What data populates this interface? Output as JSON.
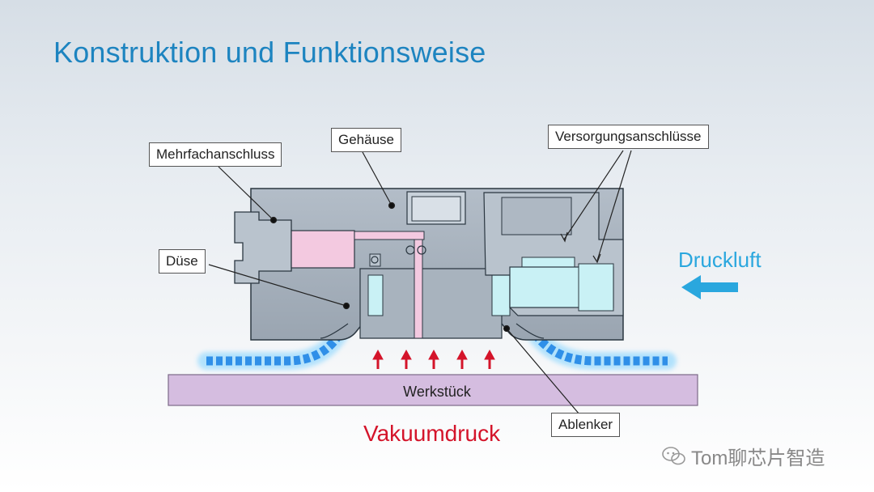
{
  "title": "Konstruktion und Funktionsweise",
  "labels": {
    "mehrfachanschluss": "Mehrfachanschluss",
    "gehaeuse": "Gehäuse",
    "versorgungsanschluesse": "Versorgungsanschlüsse",
    "duese": "Düse",
    "ablenker": "Ablenker",
    "werkstueck": "Werkstück"
  },
  "flow": {
    "druckluft": "Druckluft",
    "vakuumdruck": "Vakuumdruck"
  },
  "watermark": "Tom聊芯片智造",
  "icons": [
    "wechat-icon",
    "arrow-left-icon",
    "arrow-up-icon"
  ],
  "colors": {
    "title": "#1d84c0",
    "druckluft": "#2aa7de",
    "vakuum": "#d4142a",
    "housing": "#a5b0bc",
    "workpiece": "#d5bde0",
    "nozzle": "#f3c9e0",
    "air_channel": "#c9f1f5"
  }
}
